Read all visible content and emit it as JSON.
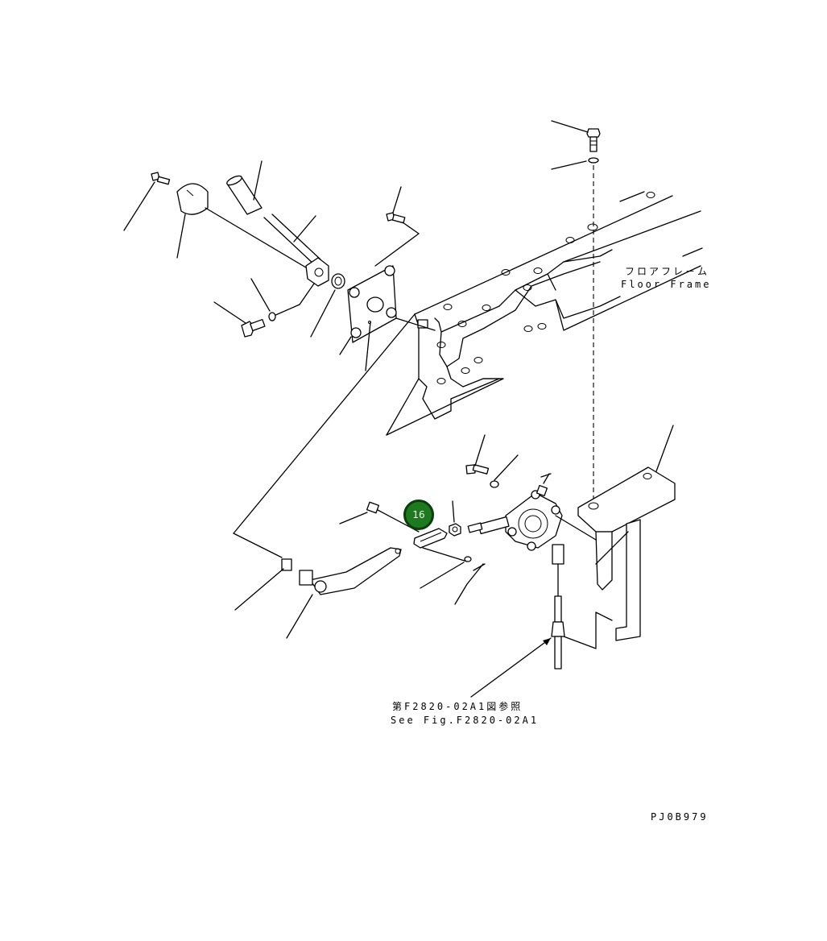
{
  "labels": {
    "floor_frame_jp": "フロアフレ－ム",
    "floor_frame_en": "Floor Frame",
    "see_fig_jp": "第F2820-02A1図参照",
    "see_fig_en": "See Fig.F2820-02A1",
    "drawing_code": "PJ0B979"
  },
  "callout": {
    "number": "16",
    "color": "#1e7a1e"
  }
}
